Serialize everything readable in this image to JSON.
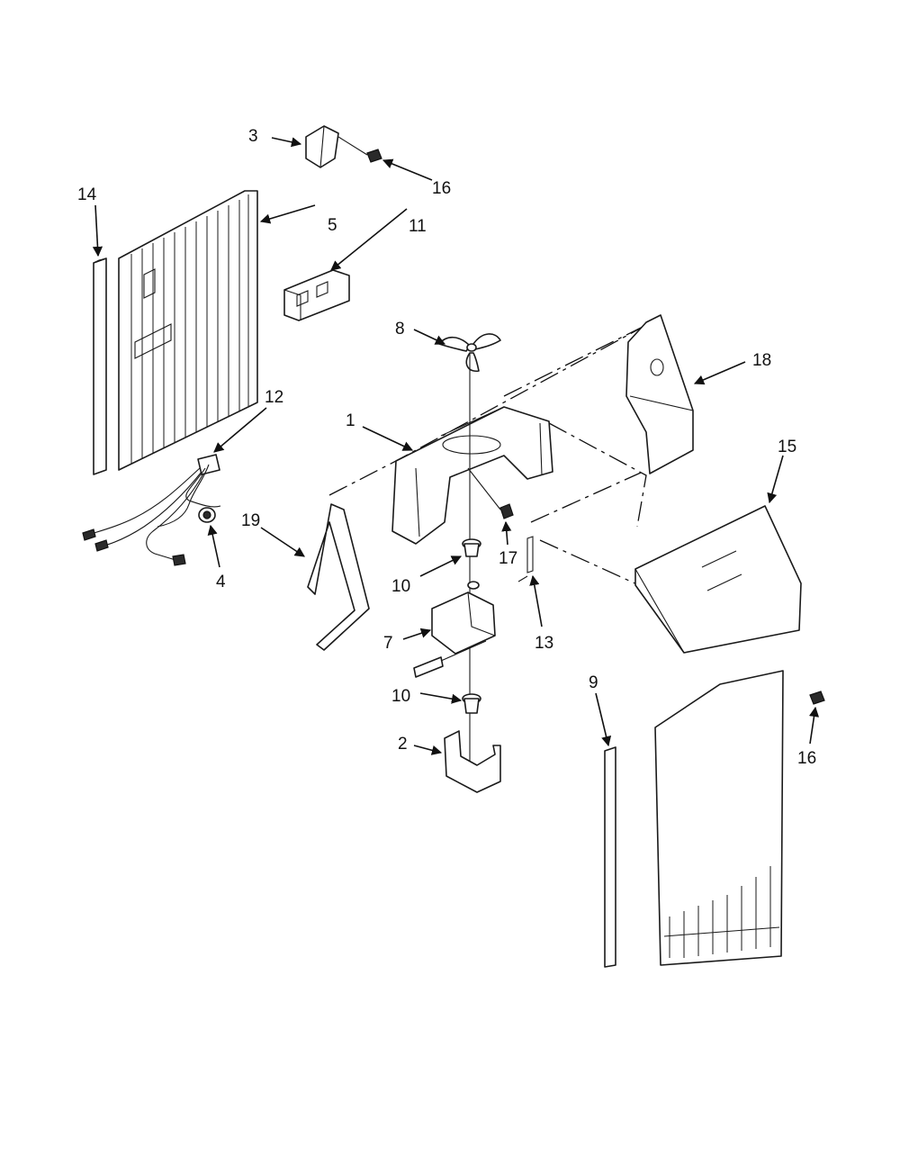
{
  "callouts": {
    "c1": "1",
    "c2": "2",
    "c3": "3",
    "c4": "4",
    "c5": "5",
    "c7": "7",
    "c8": "8",
    "c9": "9",
    "c10a": "10",
    "c10b": "10",
    "c11": "11",
    "c12": "12",
    "c13": "13",
    "c14": "14",
    "c15": "15",
    "c16a": "16",
    "c16b": "16",
    "c17": "17",
    "c18": "18",
    "c19": "19"
  }
}
